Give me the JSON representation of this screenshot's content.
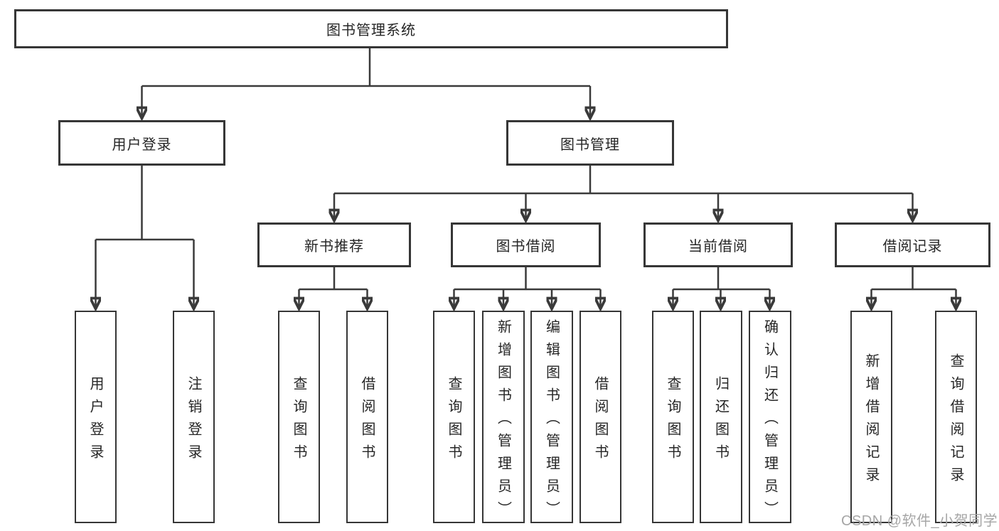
{
  "diagram_title": "图书管理系统",
  "watermark": "CSDN @软件_小贺同学",
  "colors": {
    "line": "#3a3a3a",
    "box_border": "#363636",
    "text": "#262626",
    "watermark": "#a6a6a6",
    "background": "#ffffff"
  },
  "tree": {
    "root": "图书管理系统",
    "branches": [
      {
        "label": "用户登录",
        "children": [
          "用户登录",
          "注销登录"
        ]
      },
      {
        "label": "图书管理",
        "sections": [
          {
            "label": "新书推荐",
            "children": [
              "查询图书",
              "借阅图书"
            ]
          },
          {
            "label": "图书借阅",
            "children": [
              "查询图书",
              "新增图书（管理员）",
              "编辑图书（管理员）",
              "借阅图书"
            ]
          },
          {
            "label": "当前借阅",
            "children": [
              "查询图书",
              "归还图书",
              "确认归还（管理员）"
            ]
          },
          {
            "label": "借阅记录",
            "children": [
              "新增借阅记录",
              "查询借阅记录"
            ]
          }
        ]
      }
    ]
  }
}
